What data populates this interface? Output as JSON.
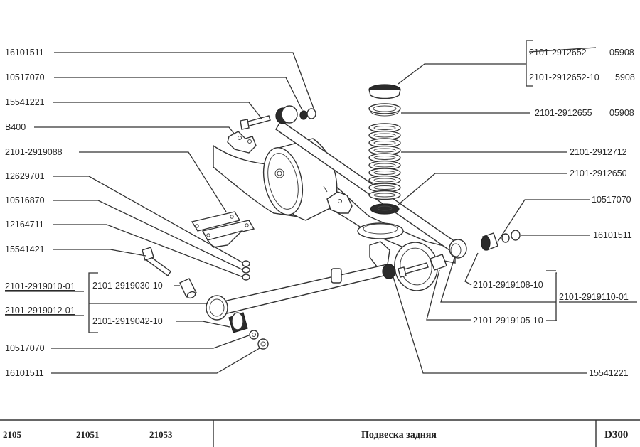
{
  "document": {
    "type": "exploded parts diagram",
    "subject": "rear suspension"
  },
  "labels_left": [
    {
      "id": "L1",
      "text": "16101511"
    },
    {
      "id": "L2",
      "text": "10517070"
    },
    {
      "id": "L3",
      "text": "15541221"
    },
    {
      "id": "L4",
      "text": "B400"
    },
    {
      "id": "L5",
      "text": "2101-2919088"
    },
    {
      "id": "L6",
      "text": "12629701"
    },
    {
      "id": "L7",
      "text": "10516870"
    },
    {
      "id": "L8",
      "text": "12164711"
    },
    {
      "id": "L9",
      "text": "15541421"
    },
    {
      "id": "L10",
      "text": "2101-2919010-01",
      "underlined": true
    },
    {
      "id": "L11",
      "text": "2101-2919012-01",
      "underlined": true
    },
    {
      "id": "L12",
      "text": "2101-2919030-10"
    },
    {
      "id": "L13",
      "text": "2101-2919042-10"
    },
    {
      "id": "L14",
      "text": "10517070"
    },
    {
      "id": "L15",
      "text": "16101511"
    }
  ],
  "labels_right": [
    {
      "id": "R1",
      "text": "2101-2912652",
      "suffix": "05908",
      "struck_through": true
    },
    {
      "id": "R2",
      "text": "2101-2912652-10",
      "suffix": "5908"
    },
    {
      "id": "R3",
      "text": "2101-2912655",
      "suffix": "05908"
    },
    {
      "id": "R4",
      "text": "2101-2912712"
    },
    {
      "id": "R5",
      "text": "2101-2912650"
    },
    {
      "id": "R6",
      "text": "10517070"
    },
    {
      "id": "R7",
      "text": "16101511"
    },
    {
      "id": "R8",
      "text": "2101-2919108-10"
    },
    {
      "id": "R9",
      "text": "2101-2919110-01",
      "underlined": true
    },
    {
      "id": "R10",
      "text": "2101-2919105-10"
    },
    {
      "id": "R11",
      "text": "15541221"
    }
  ],
  "footer": {
    "models": [
      "2105",
      "21051",
      "21053"
    ],
    "title": "Подвеска задняя",
    "code": "D300"
  }
}
